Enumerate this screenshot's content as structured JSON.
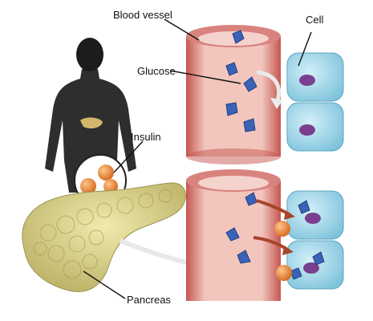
{
  "labels": {
    "blood_vessel": "Blood vessel",
    "cell": "Cell",
    "glucose": "Glucose",
    "insulin": "Insulin",
    "pancreas": "Pancreas"
  },
  "colors": {
    "vessel_outer": "#d9837e",
    "vessel_wall": "#c8514f",
    "vessel_inner": "#f2c4bd",
    "glucose": "#3a63b8",
    "cell_body": "#9fd6e8",
    "nucleus": "#7b3f8f",
    "insulin": "#f0883a",
    "pancreas": "#d8d08a",
    "silhouette": "#1a1a1a"
  },
  "icons": [
    "human-silhouette",
    "pancreas-organ",
    "insulin-molecules",
    "glucose-crystal",
    "cell",
    "arrow"
  ]
}
